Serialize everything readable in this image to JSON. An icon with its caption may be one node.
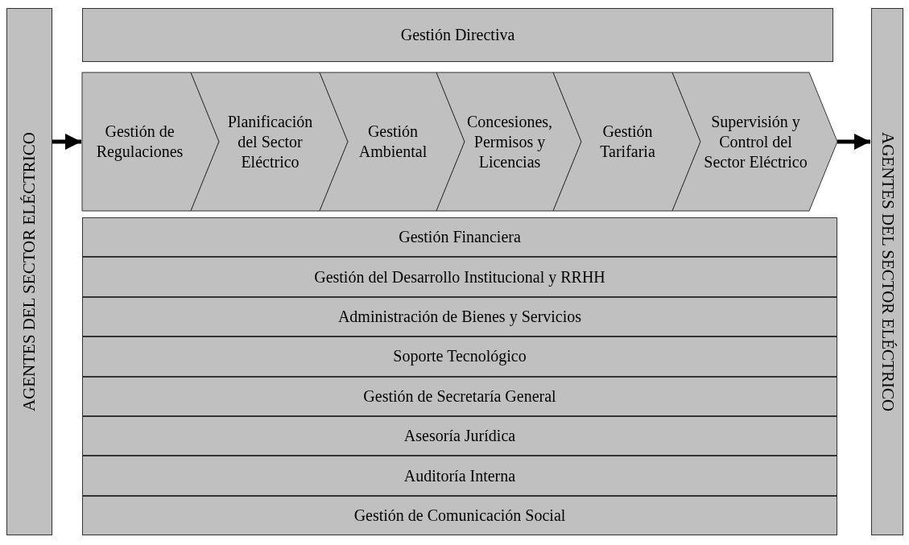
{
  "diagram": {
    "nodes": [
      {
        "text": [
          "AGENTES DEL SECTOR ELÉCTRICO"
        ]
      },
      {
        "text": [
          "Gestión Directiva"
        ]
      },
      {
        "text": [
          "Gestión de Regulaciones"
        ]
      },
      {
        "text": [
          "Planificación del Sector Eléctrico"
        ]
      },
      {
        "text": [
          "Gestión Ambiental"
        ]
      },
      {
        "text": [
          "Concesiones, Permisos y Licencias"
        ]
      },
      {
        "text": [
          "Gestión Tarifaria"
        ]
      },
      {
        "text": [
          "Supervisión y Control del Sector Eléctrico"
        ]
      },
      {
        "text": [
          "Gestión Financiera"
        ]
      },
      {
        "text": [
          "Gestión del Desarrollo Institucional y RRHH"
        ]
      },
      {
        "text": [
          "Administración de Bienes y Servicios"
        ]
      },
      {
        "text": [
          "Soporte Tecnológico"
        ]
      },
      {
        "text": [
          "Gestión de Secretaría General"
        ]
      },
      {
        "text": [
          "Asesoría Jurídica"
        ]
      },
      {
        "text": [
          "Auditoría Interna"
        ]
      },
      {
        "text": [
          "Gestión de Comunicación Social"
        ]
      },
      {
        "text": [
          "AGENTES DEL SECTOR ELÉCTRICO"
        ]
      }
    ],
    "edges": [
      {
        "from": 0,
        "to": 2,
        "arrow": "to"
      },
      {
        "from": 7,
        "to": 16,
        "arrow": "to"
      }
    ]
  }
}
